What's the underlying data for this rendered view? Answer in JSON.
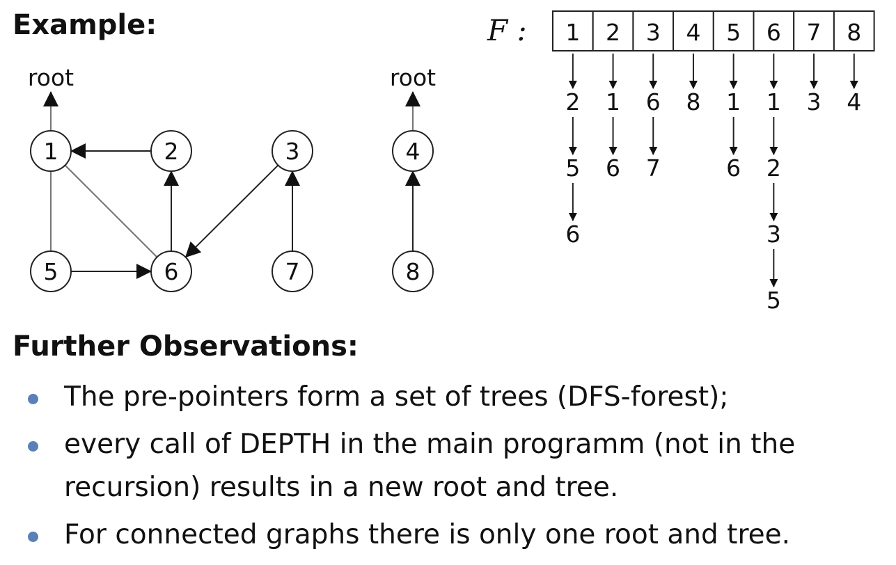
{
  "example_heading": "Example:",
  "root_labels": [
    "root",
    "root"
  ],
  "graph": {
    "nodes": [
      "1",
      "2",
      "3",
      "4",
      "5",
      "6",
      "7",
      "8"
    ],
    "edges": [
      {
        "from": "2",
        "to": "1",
        "directed": true
      },
      {
        "from": "6",
        "to": "2",
        "directed": true
      },
      {
        "from": "3",
        "to": "6",
        "directed": true
      },
      {
        "from": "7",
        "to": "3",
        "directed": true
      },
      {
        "from": "5",
        "to": "6",
        "directed": true
      },
      {
        "from": "8",
        "to": "4",
        "directed": true
      },
      {
        "from": "1",
        "to": "6",
        "directed": false
      },
      {
        "from": "1",
        "to": "5",
        "directed": false
      }
    ],
    "roots": [
      "1",
      "4"
    ]
  },
  "adjacency": {
    "label": "F :",
    "cells": [
      "1",
      "2",
      "3",
      "4",
      "5",
      "6",
      "7",
      "8"
    ],
    "lists": [
      [
        "2",
        "5",
        "6"
      ],
      [
        "1",
        "6"
      ],
      [
        "6",
        "7"
      ],
      [
        "8"
      ],
      [
        "1",
        "6"
      ],
      [
        "1",
        "2",
        "3",
        "5"
      ],
      [
        "3"
      ],
      [
        "4"
      ]
    ]
  },
  "observations": {
    "heading": "Further Observations:",
    "bullets": [
      "The pre-pointers form a set of trees (DFS-forest);",
      "every call of DEPTH in the main programm (not in the recursion) results in a new root and tree.",
      "For connected graphs there is only one root and tree."
    ]
  },
  "colors": {
    "bullet": "#5b80b8",
    "stroke": "#222222",
    "undirected_edge": "#777777"
  }
}
